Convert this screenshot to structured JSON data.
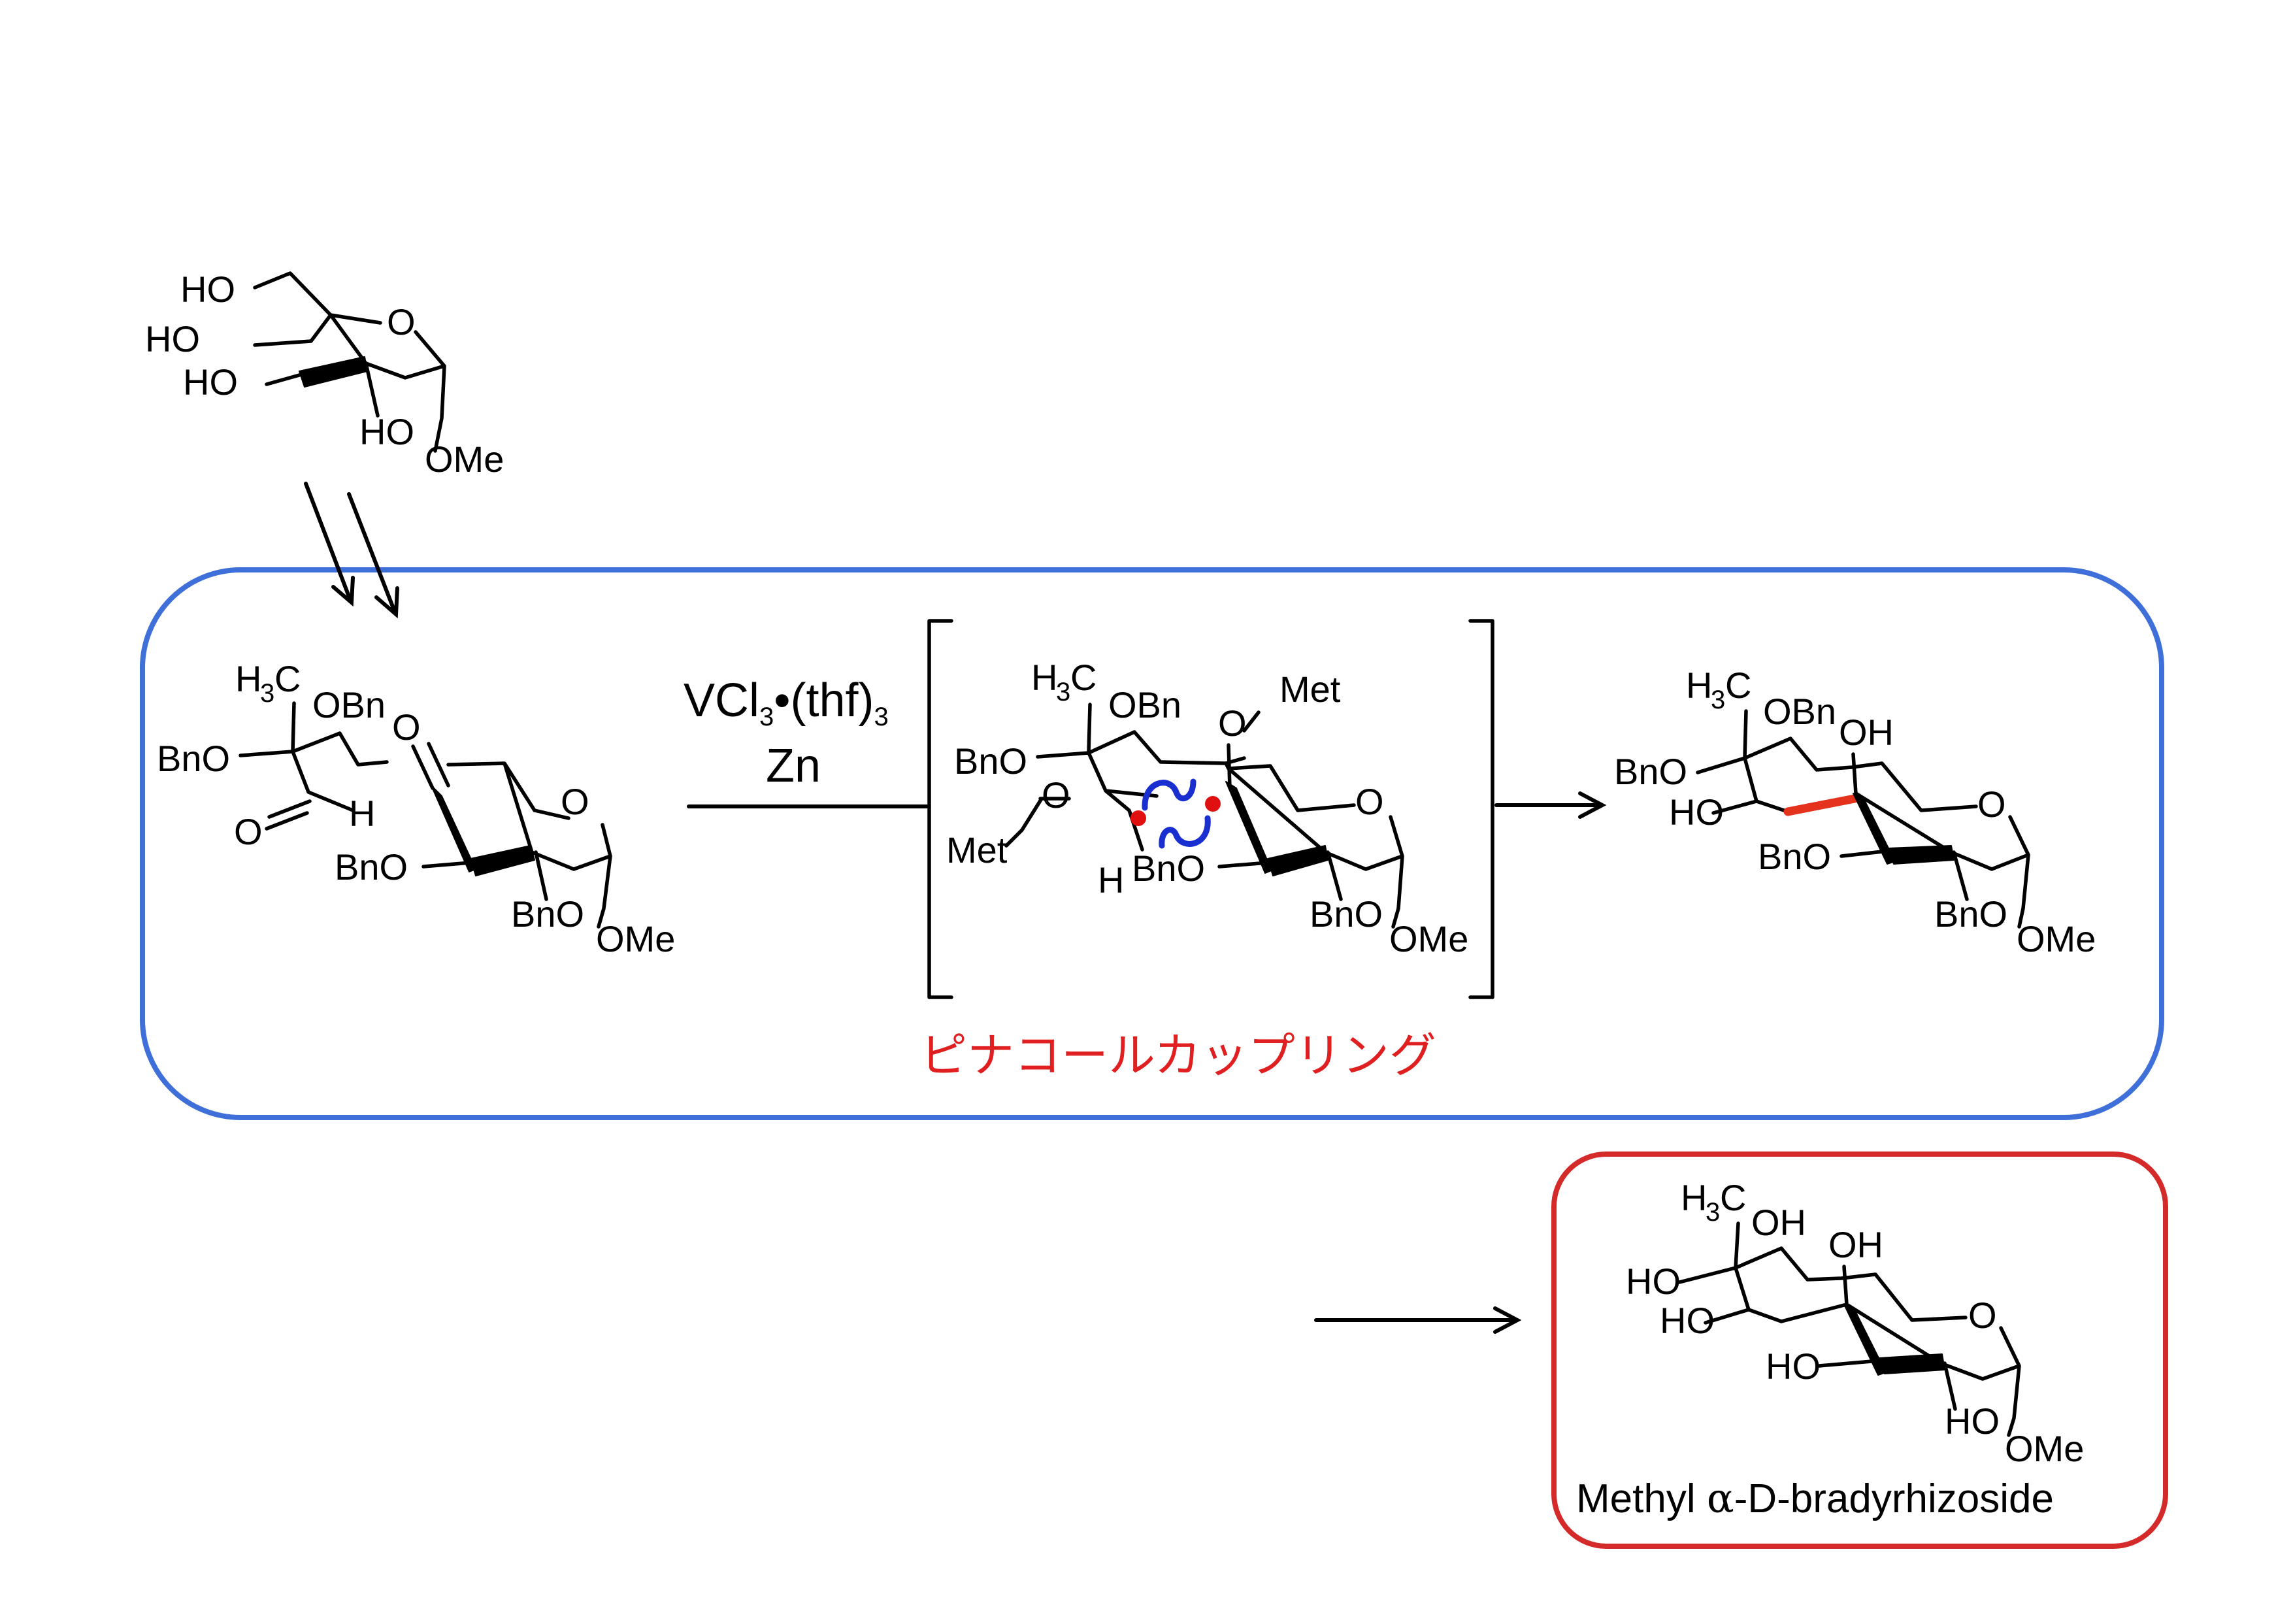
{
  "colors": {
    "blue_frame": "#3f6fd8",
    "red_frame": "#d42a2a",
    "coupling_label": "#e02020",
    "new_bond": "#e4321c",
    "radical_dot": "#e01010",
    "electron_arrow": "#1a2fd0"
  },
  "starting_material": {
    "labels": [
      "HO",
      "HO",
      "HO",
      "O",
      "HO",
      "OMe"
    ]
  },
  "dialdehyde": {
    "labels": [
      "OBn",
      "BnO",
      "H",
      "O",
      "O",
      "O",
      "BnO",
      "BnO",
      "OMe"
    ],
    "methyl": {
      "h": "H",
      "sub": "3",
      "c": "C"
    }
  },
  "reagents": {
    "line1_main": "VCl",
    "line1_sub": "3",
    "line1_mid": "•(thf)",
    "line1_sub2": "3",
    "line2": "Zn"
  },
  "intermediate": {
    "labels": [
      "OBn",
      "O",
      "Met",
      "BnO",
      "O",
      "Met",
      "H",
      "BnO",
      "O",
      "BnO",
      "OMe"
    ],
    "methyl": {
      "h": "H",
      "sub": "3",
      "c": "C"
    }
  },
  "coupled_product": {
    "labels": [
      "OBn",
      "OH",
      "BnO",
      "HO",
      "O",
      "BnO",
      "BnO",
      "OMe"
    ],
    "methyl": {
      "h": "H",
      "sub": "3",
      "c": "C"
    }
  },
  "coupling_label": "ピナコールカップリング",
  "final_product": {
    "labels": [
      "OH",
      "OH",
      "HO",
      "HO",
      "O",
      "HO",
      "HO",
      "OMe"
    ],
    "methyl": {
      "h": "H",
      "sub": "3",
      "c": "C"
    },
    "name_prefix": "Methyl ",
    "name_alpha": "α",
    "name_rest": "-D-bradyrhizoside"
  }
}
